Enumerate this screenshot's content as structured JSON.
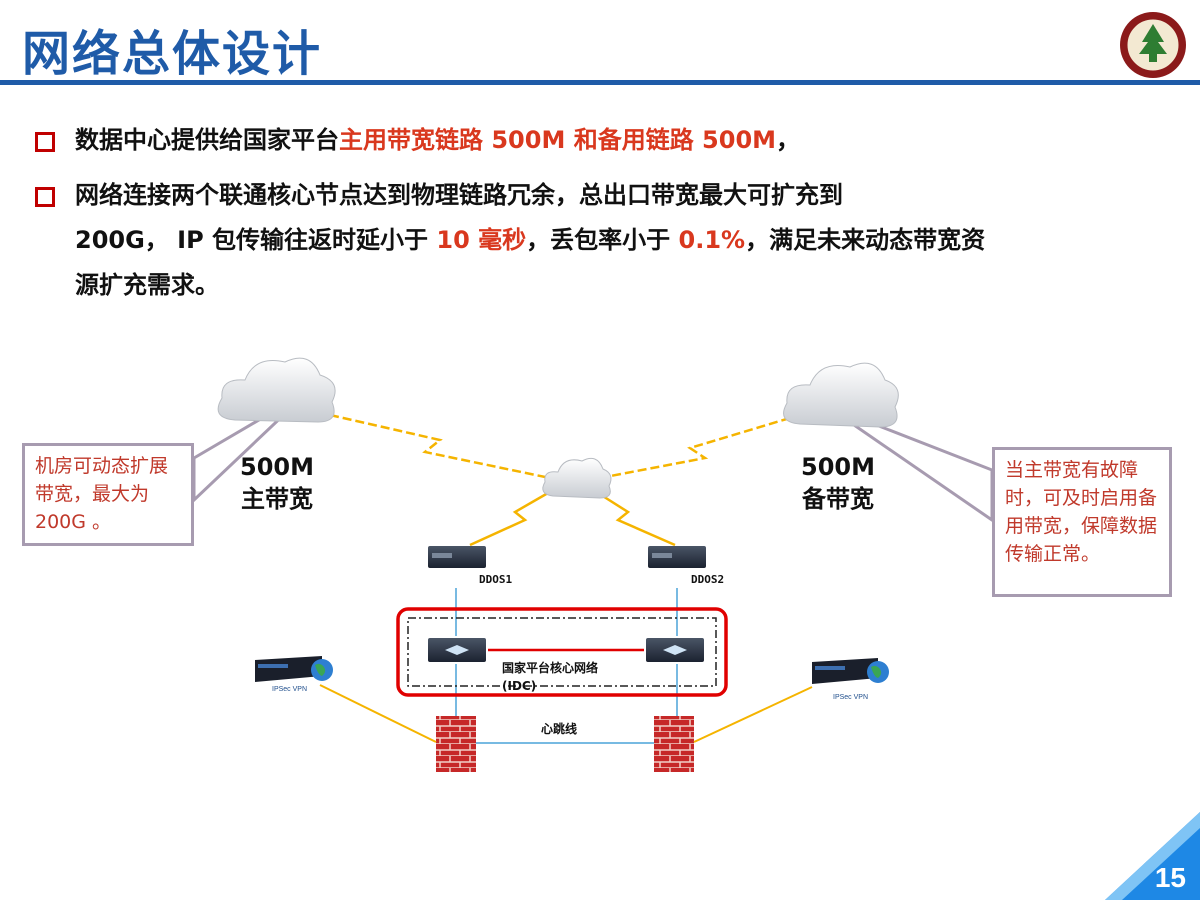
{
  "header": {
    "title": "网络总体设计"
  },
  "bullets": [
    {
      "prefix": "数据中心提供给国家平台",
      "highlight": "主用带宽链路 500M 和备用链路 500M",
      "suffix": "，"
    },
    {
      "line1": "网络连接两个联通核心节点达到物理链路冗余，总出口带宽最大可扩充到",
      "line2_a": "200G， IP 包传输往返时延小于 ",
      "line2_b": "10 毫秒",
      "line2_c": "，丢包率小于 ",
      "line2_d": "0.1%",
      "line2_e": "，满足未来动态带宽资",
      "line3": "源扩充需求。"
    }
  ],
  "diagram": {
    "primary": {
      "bw": "500M",
      "name": "主带宽"
    },
    "backup": {
      "bw": "500M",
      "name": "备带宽"
    },
    "ddos1": "DDOS1",
    "ddos2": "DDOS2",
    "core_label_1": "国家平台核心网络",
    "core_label_2": "(IDC)",
    "heartbeat": "心跳线",
    "vpn_left": "IPSec VPN",
    "vpn_right": "IPSec VPN"
  },
  "callouts": {
    "left": "机房可动态扩展带宽，最大为 200G 。",
    "right": "当主带宽有故障时，可及时启用备用带宽，保障数据传输正常。"
  },
  "page_number": "15",
  "colors": {
    "title_blue": "#1f5ba8",
    "accent_red": "#d9381e",
    "box_red": "#c00000",
    "link_yellow": "#f5b400"
  }
}
